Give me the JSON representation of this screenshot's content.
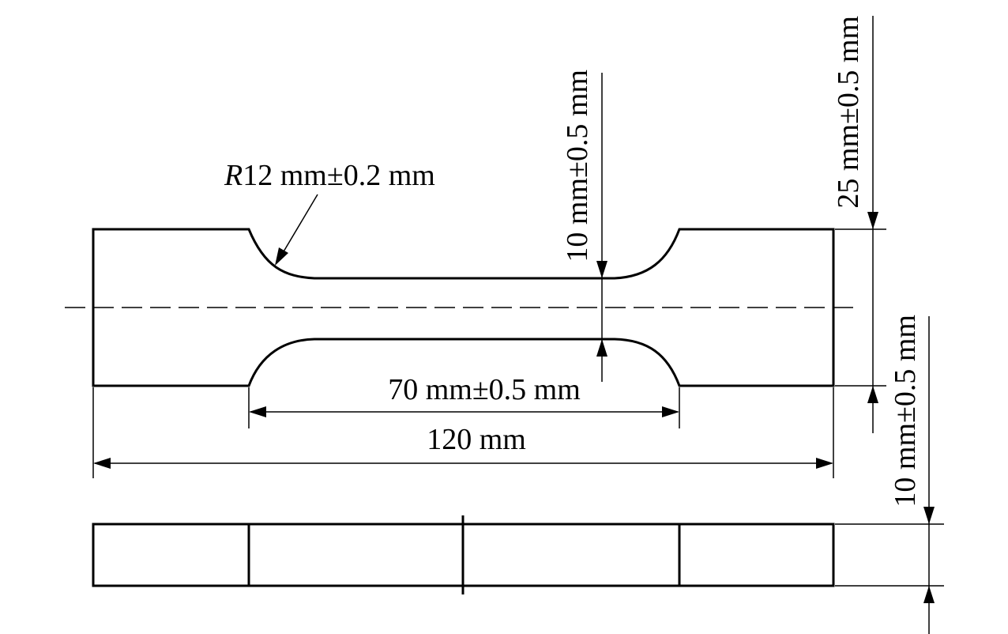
{
  "dimensions": {
    "fillet_radius_italic": "R",
    "fillet_radius_value": "12 mm±0.2 mm",
    "neck_width": "10 mm±0.5 mm",
    "overall_width": "25 mm±0.5 mm",
    "thickness": "10 mm±0.5 mm",
    "neck_length": "70 mm±0.5 mm",
    "overall_length": "120 mm"
  },
  "colors": {
    "line": "#000000",
    "background": "#ffffff"
  }
}
